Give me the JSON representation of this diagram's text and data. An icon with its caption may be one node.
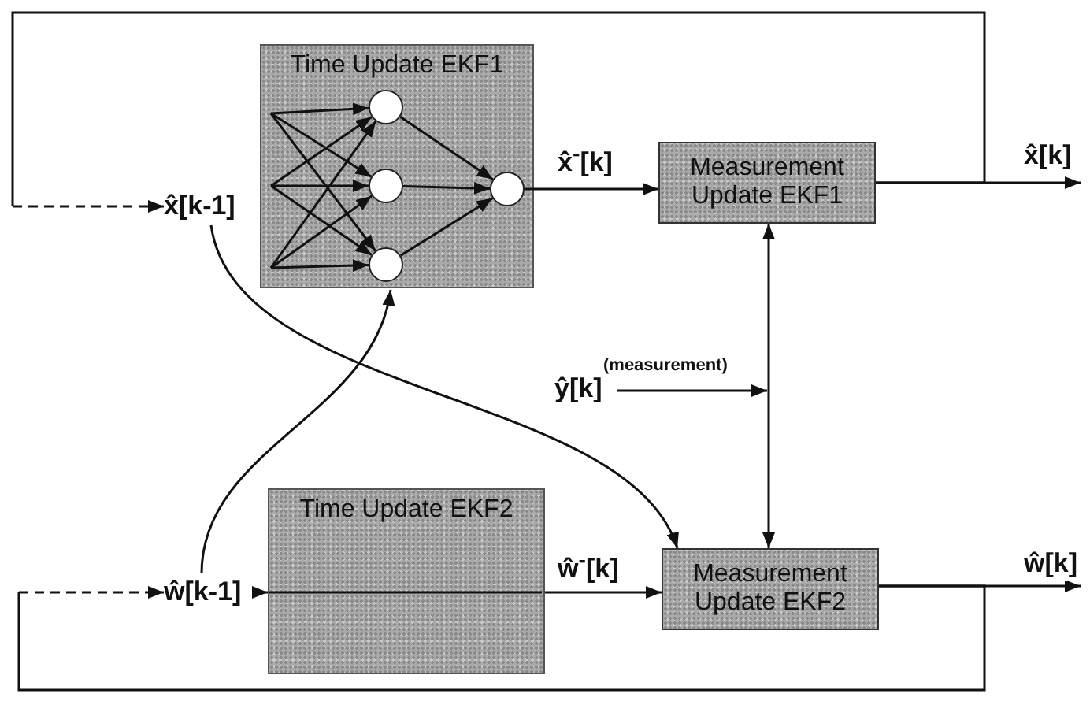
{
  "diagram": {
    "nodes": [
      {
        "text": [
          "x̂[k-1]"
        ]
      },
      {
        "text": [
          "Time Update EKF1"
        ]
      },
      {
        "text": [],
        "shape": "circle",
        "in": 1
      },
      {
        "text": [],
        "shape": "circle",
        "in": 1
      },
      {
        "text": [],
        "shape": "circle",
        "in": 1
      },
      {
        "text": [],
        "shape": "circle",
        "in": 1
      },
      {
        "text": [
          "Measurement Update EKF1"
        ]
      },
      {
        "text": [
          "ŷ[k]"
        ],
        "beside": [
          "(measurement)"
        ]
      },
      {
        "text": [
          "ŵ[k-1]"
        ]
      },
      {
        "text": [
          "Time Update EKF2"
        ]
      },
      {
        "text": [
          "Measurement Update EKF2"
        ]
      }
    ],
    "edges": [
      {
        "from": null,
        "to": 2,
        "arrow": "to"
      },
      {
        "from": null,
        "to": 3,
        "arrow": "to"
      },
      {
        "from": null,
        "to": 4,
        "arrow": "to"
      },
      {
        "from": null,
        "to": 2,
        "arrow": "to"
      },
      {
        "from": null,
        "to": 3,
        "arrow": "to"
      },
      {
        "from": null,
        "to": 4,
        "arrow": "to"
      },
      {
        "from": null,
        "to": 2,
        "arrow": "to"
      },
      {
        "from": null,
        "to": 3,
        "arrow": "to"
      },
      {
        "from": null,
        "to": 4,
        "arrow": "to"
      },
      {
        "from": 2,
        "to": 5,
        "arrow": "to"
      },
      {
        "from": 3,
        "to": 5,
        "arrow": "to"
      },
      {
        "from": 4,
        "to": 5,
        "arrow": "to"
      },
      {
        "from": 5,
        "to": 6,
        "arrow": "to",
        "label": "x̂$^{-}$[k]"
      },
      {
        "from": 6,
        "to": null,
        "arrow": "to",
        "label": "x̂[k]"
      },
      {
        "from": 6,
        "to": 0,
        "arrow": "to",
        "style": "dashed"
      },
      {
        "from": 6,
        "to": 10,
        "arrow": "both"
      },
      {
        "from": 7,
        "to": null,
        "arrow": "to"
      },
      {
        "from": 0,
        "to": 10,
        "arrow": "to"
      },
      {
        "from": 8,
        "to": 1,
        "arrow": "to"
      },
      {
        "from": 8,
        "to": 9,
        "arrow": "to"
      },
      {
        "from": 9,
        "to": 10,
        "arrow": "to",
        "label": "ŵ$^{-}$[k]"
      },
      {
        "from": 10,
        "to": null,
        "arrow": "to",
        "label": "ŵ[k]"
      },
      {
        "from": 10,
        "to": 8,
        "arrow": "to",
        "style": "dashed"
      }
    ]
  }
}
